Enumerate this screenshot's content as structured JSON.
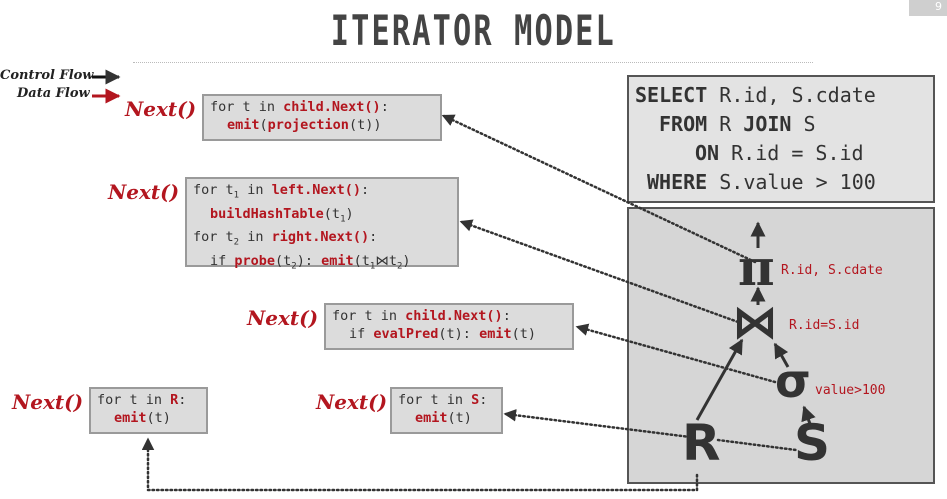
{
  "slide": {
    "title": "ITERATOR MODEL",
    "page_number": "9"
  },
  "legend": {
    "control_flow": "Control Flow",
    "data_flow": "Data Flow"
  },
  "next_label": "Next()",
  "sql": {
    "line1_kw": "SELECT",
    "line1_rest": " R.id, S.cdate",
    "line2_kw": "FROM",
    "line2_rest": " R ",
    "line2_kw2": "JOIN",
    "line2_rest2": " S",
    "line3_kw": "ON",
    "line3_rest": " R.id = S.id",
    "line4_kw": "WHERE",
    "line4_rest": " S.value > 100"
  },
  "plan": {
    "projection_symbol": "π",
    "projection_label": "R.id, S.cdate",
    "join_symbol": "⋈",
    "join_label": "R.id=S.id",
    "selection_symbol": "σ",
    "selection_label": "value>100",
    "table_r": "R",
    "table_s": "S"
  },
  "operators": {
    "projection": {
      "l1_a": "for t in ",
      "l1_b": "child.Next()",
      "l1_c": ":",
      "l2_b": "emit",
      "l2_c": "(",
      "l2_d": "projection",
      "l2_e": "(t))"
    },
    "join": {
      "l1_a": "for t",
      "l1_sub": "1",
      "l1_b": " in ",
      "l1_c": "left.Next()",
      "l1_d": ":",
      "l2_a": "buildHashTable",
      "l2_b": "(t",
      "l2_sub": "1",
      "l2_c": ")",
      "l3_a": "for t",
      "l3_sub": "2",
      "l3_b": " in ",
      "l3_c": "right.Next()",
      "l3_d": ":",
      "l4_a": "if ",
      "l4_b": "probe",
      "l4_c": "(t",
      "l4_sub": "2",
      "l4_d": "): ",
      "l4_e": "emit",
      "l4_f": "(t",
      "l4_sub2": "1",
      "l4_g": "⋈",
      "l4_h": "t",
      "l4_sub3": "2",
      "l4_i": ")"
    },
    "selection": {
      "l1_a": "for t in ",
      "l1_b": "child.Next()",
      "l1_c": ":",
      "l2_a": "if ",
      "l2_b": "evalPred",
      "l2_c": "(t): ",
      "l2_d": "emit",
      "l2_e": "(t)"
    },
    "scan_r": {
      "l1_a": "for t in ",
      "l1_b": "R",
      "l1_c": ":",
      "l2_a": "emit",
      "l2_b": "(t)"
    },
    "scan_s": {
      "l1_a": "for t in ",
      "l1_b": "S",
      "l1_c": ":",
      "l2_a": "emit",
      "l2_b": "(t)"
    }
  },
  "colors": {
    "accent": "#b3161f",
    "box_bg": "#dcdcdc",
    "panel_bg": "#d6d6d6"
  }
}
